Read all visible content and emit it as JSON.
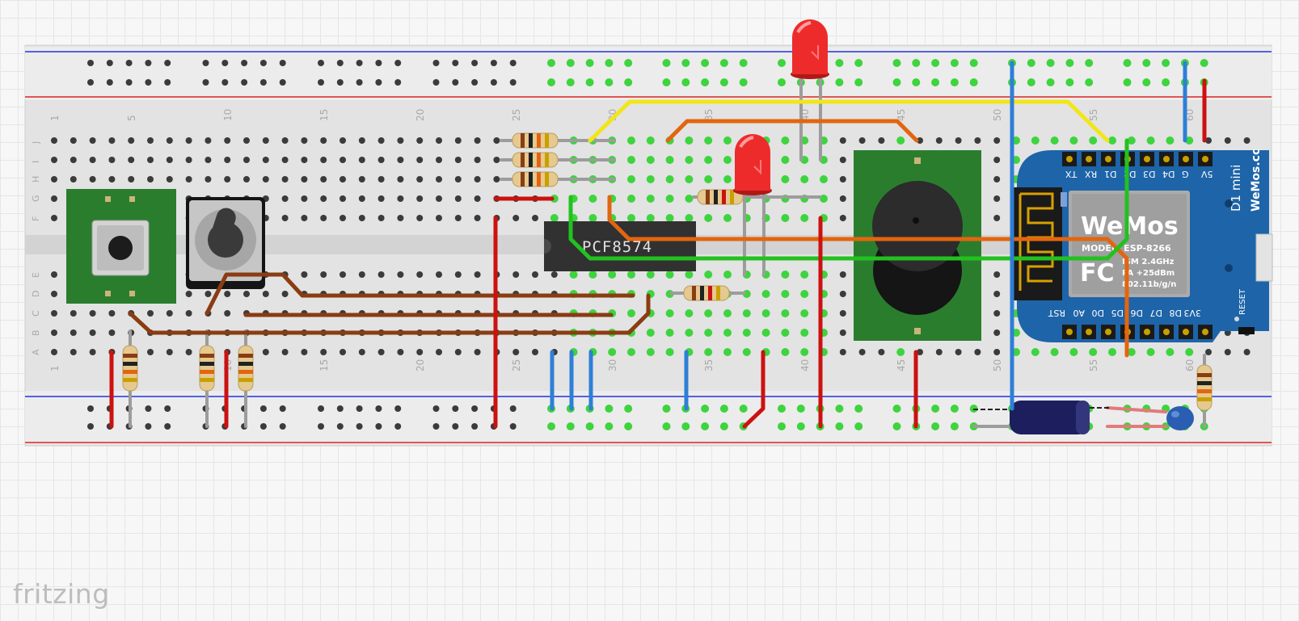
{
  "app": {
    "brand": "fritzing"
  },
  "breadboard": {
    "column_numbers": [
      "1",
      "5",
      "10",
      "15",
      "20",
      "25",
      "30",
      "35",
      "40",
      "45",
      "50",
      "55",
      "60"
    ],
    "row_letters_top": [
      "J",
      "I",
      "H",
      "G",
      "F"
    ],
    "row_letters_bottom": [
      "E",
      "D",
      "C",
      "B",
      "A"
    ],
    "colors": {
      "board": "#e4e4e4",
      "hole": "#3b3b3b",
      "lit": "#3ed43e",
      "blue_rail": "#2233dd",
      "red_rail": "#dd2222"
    }
  },
  "components": {
    "ic": {
      "label": "PCF8574"
    },
    "wemos": {
      "title": "D1 mini",
      "brand": "WeMos.cc",
      "logo": "WeMos",
      "model": "MODEL: ESP-8266",
      "spec1": "ISM 2.4GHz",
      "spec2": "PA +25dBm",
      "spec3": "802.11b/g/n",
      "fc_mark": "FC",
      "reset_label": "RESET",
      "top_pins": [
        "TX",
        "RX",
        "D1",
        "D2",
        "D3",
        "D4",
        "G",
        "5V"
      ],
      "bottom_pins": [
        "RST",
        "A0",
        "D0",
        "D5",
        "D6",
        "D7",
        "D8",
        "3V3"
      ]
    },
    "push_button": {
      "icon": "push-button-icon"
    },
    "potentiometer": {
      "icon": "rotary-knob-icon"
    },
    "buzzer": {
      "icon": "buzzer-icon"
    },
    "led_color": "#ee2b2b"
  },
  "wire_colors": {
    "yellow": "#f2e51a",
    "orange": "#e3650f",
    "green": "#23c11f",
    "brown": "#8a3c12",
    "red": "#cc1111",
    "blue": "#2e7fd6",
    "gray": "#9c9c9c"
  }
}
